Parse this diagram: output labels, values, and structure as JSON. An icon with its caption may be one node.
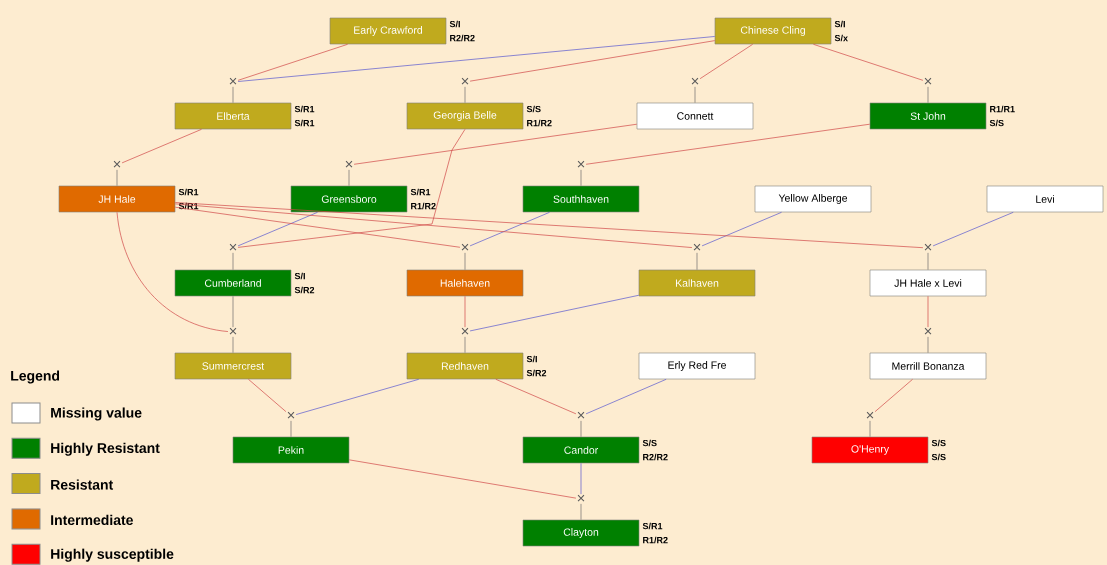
{
  "diagram": {
    "nodes": [
      {
        "text": [
          "Early Crawford"
        ],
        "beside": [
          "S/I",
          "R2/R2"
        ]
      },
      {
        "text": [
          "Chinese Cling"
        ],
        "beside": [
          "S/I",
          "S/x"
        ]
      },
      {
        "text": [
          "×"
        ]
      },
      {
        "text": [
          "×"
        ]
      },
      {
        "text": [
          "×"
        ]
      },
      {
        "text": [
          "×"
        ]
      },
      {
        "text": [
          "Elberta"
        ],
        "beside": [
          "S/R1",
          "S/R1"
        ]
      },
      {
        "text": [
          "Georgia Belle"
        ],
        "beside": [
          "S/S",
          "R1/R2"
        ]
      },
      {
        "text": [
          "Connett"
        ]
      },
      {
        "text": [
          "St John"
        ],
        "beside": [
          "R1/R1",
          "S/S"
        ]
      },
      {
        "text": [
          "×"
        ]
      },
      {
        "text": [
          "×"
        ]
      },
      {
        "text": [
          "×"
        ]
      },
      {
        "text": [
          "JH Hale"
        ],
        "beside": [
          "S/R1",
          "S/R1"
        ]
      },
      {
        "text": [
          "Greensboro"
        ],
        "beside": [
          "S/R1",
          "R1/R2"
        ]
      },
      {
        "text": [
          "Southhaven"
        ]
      },
      {
        "text": [
          "Yellow Alberge"
        ]
      },
      {
        "text": [
          "Levi"
        ]
      },
      {
        "text": [
          "×"
        ]
      },
      {
        "text": [
          "×"
        ]
      },
      {
        "text": [
          "×"
        ]
      },
      {
        "text": [
          "×"
        ]
      },
      {
        "text": [
          "Cumberland"
        ],
        "beside": [
          "S/I",
          "S/R2"
        ]
      },
      {
        "text": [
          "Halehaven"
        ]
      },
      {
        "text": [
          "Kalhaven"
        ]
      },
      {
        "text": [
          "JH Hale x Levi"
        ]
      },
      {
        "text": [
          "×"
        ]
      },
      {
        "text": [
          "×"
        ]
      },
      {
        "text": [
          "×"
        ]
      },
      {
        "text": [
          "Summercrest"
        ]
      },
      {
        "text": [
          "Redhaven"
        ],
        "beside": [
          "S/I",
          "S/R2"
        ]
      },
      {
        "text": [
          "Erly Red Fre"
        ]
      },
      {
        "text": [
          "Merrill Bonanza"
        ]
      },
      {
        "text": [
          "×"
        ]
      },
      {
        "text": [
          "×"
        ]
      },
      {
        "text": [
          "×"
        ]
      },
      {
        "text": [
          "Pekin"
        ]
      },
      {
        "text": [
          "Candor"
        ],
        "beside": [
          "S/S",
          "R2/R2"
        ]
      },
      {
        "text": [
          "O'Henry"
        ],
        "beside": [
          "S/S",
          "S/S"
        ]
      },
      {
        "text": [
          "×"
        ]
      },
      {
        "text": [
          "Clayton"
        ],
        "beside": [
          "S/R1",
          "R1/R2"
        ]
      }
    ],
    "edges": [
      {
        "from": 0,
        "to": 2,
        "arrow": "none",
        "color": "#d04848"
      },
      {
        "from": 1,
        "to": 2,
        "arrow": "none",
        "color": "#5858d0"
      },
      {
        "from": 2,
        "to": 6,
        "arrow": "none"
      },
      {
        "from": 1,
        "to": 3,
        "arrow": "none",
        "color": "#d04848"
      },
      {
        "from": 3,
        "to": 7,
        "arrow": "none"
      },
      {
        "from": 1,
        "to": 4,
        "arrow": "none",
        "color": "#d04848"
      },
      {
        "from": 4,
        "to": 8,
        "arrow": "none"
      },
      {
        "from": 1,
        "to": 5,
        "arrow": "none",
        "color": "#d04848"
      },
      {
        "from": 5,
        "to": 9,
        "arrow": "none"
      },
      {
        "from": 6,
        "to": 10,
        "arrow": "none",
        "color": "#d04848"
      },
      {
        "from": 10,
        "to": 13,
        "arrow": "none"
      },
      {
        "from": 8,
        "to": 11,
        "arrow": "none",
        "color": "#d04848"
      },
      {
        "from": 11,
        "to": 14,
        "arrow": "none"
      },
      {
        "from": 9,
        "to": 12,
        "arrow": "none",
        "color": "#d04848"
      },
      {
        "from": 12,
        "to": 15,
        "arrow": "none"
      },
      {
        "from": 7,
        "to": 18,
        "arrow": "none",
        "color": "#d04848"
      },
      {
        "from": 14,
        "to": 18,
        "arrow": "none",
        "color": "#5858d0"
      },
      {
        "from": 18,
        "to": 22,
        "arrow": "none"
      },
      {
        "from": 13,
        "to": 19,
        "arrow": "none",
        "color": "#d04848"
      },
      {
        "from": 15,
        "to": 19,
        "arrow": "none",
        "color": "#5858d0"
      },
      {
        "from": 19,
        "to": 23,
        "arrow": "none"
      },
      {
        "from": 13,
        "to": 20,
        "arrow": "none",
        "color": "#d04848"
      },
      {
        "from": 16,
        "to": 20,
        "arrow": "none",
        "color": "#5858d0"
      },
      {
        "from": 20,
        "to": 24,
        "arrow": "none"
      },
      {
        "from": 13,
        "to": 21,
        "arrow": "none",
        "color": "#d04848"
      },
      {
        "from": 17,
        "to": 21,
        "arrow": "none",
        "color": "#5858d0"
      },
      {
        "from": 21,
        "to": 25,
        "arrow": "none"
      },
      {
        "from": 13,
        "to": 26,
        "arrow": "none",
        "color": "#d04848"
      },
      {
        "from": 22,
        "to": 26,
        "arrow": "none"
      },
      {
        "from": 26,
        "to": 29,
        "arrow": "none"
      },
      {
        "from": 23,
        "to": 27,
        "arrow": "none",
        "color": "#d04848"
      },
      {
        "from": 24,
        "to": 27,
        "arrow": "none",
        "color": "#5858d0"
      },
      {
        "from": 27,
        "to": 30,
        "arrow": "none"
      },
      {
        "from": 25,
        "to": 28,
        "arrow": "none",
        "color": "#d04848"
      },
      {
        "from": 28,
        "to": 32,
        "arrow": "none"
      },
      {
        "from": 29,
        "to": 33,
        "arrow": "none",
        "color": "#d04848"
      },
      {
        "from": 30,
        "to": 33,
        "arrow": "none",
        "color": "#5858d0"
      },
      {
        "from": 33,
        "to": 36,
        "arrow": "none"
      },
      {
        "from": 30,
        "to": 34,
        "arrow": "none",
        "color": "#d04848"
      },
      {
        "from": 31,
        "to": 34,
        "arrow": "none",
        "color": "#5858d0"
      },
      {
        "from": 34,
        "to": 37,
        "arrow": "none"
      },
      {
        "from": 32,
        "to": 35,
        "arrow": "none",
        "color": "#d04848"
      },
      {
        "from": 35,
        "to": 38,
        "arrow": "none"
      },
      {
        "from": 36,
        "to": 39,
        "arrow": "none",
        "color": "#d04848"
      },
      {
        "from": 37,
        "to": 39,
        "arrow": "none",
        "color": "#5858d0"
      },
      {
        "from": 39,
        "to": 40,
        "arrow": "none"
      }
    ],
    "labels": [
      "Legend"
    ],
    "legend": [
      {
        "text": "Missing value",
        "color": "#ffffff"
      },
      {
        "text": "Highly Resistant",
        "color": "#008000"
      },
      {
        "text": "Resistant",
        "color": "#c0aa1e"
      },
      {
        "text": "Intermediate",
        "color": "#e06a00"
      },
      {
        "text": "Highly susceptible",
        "color": "#ff0000"
      }
    ]
  }
}
